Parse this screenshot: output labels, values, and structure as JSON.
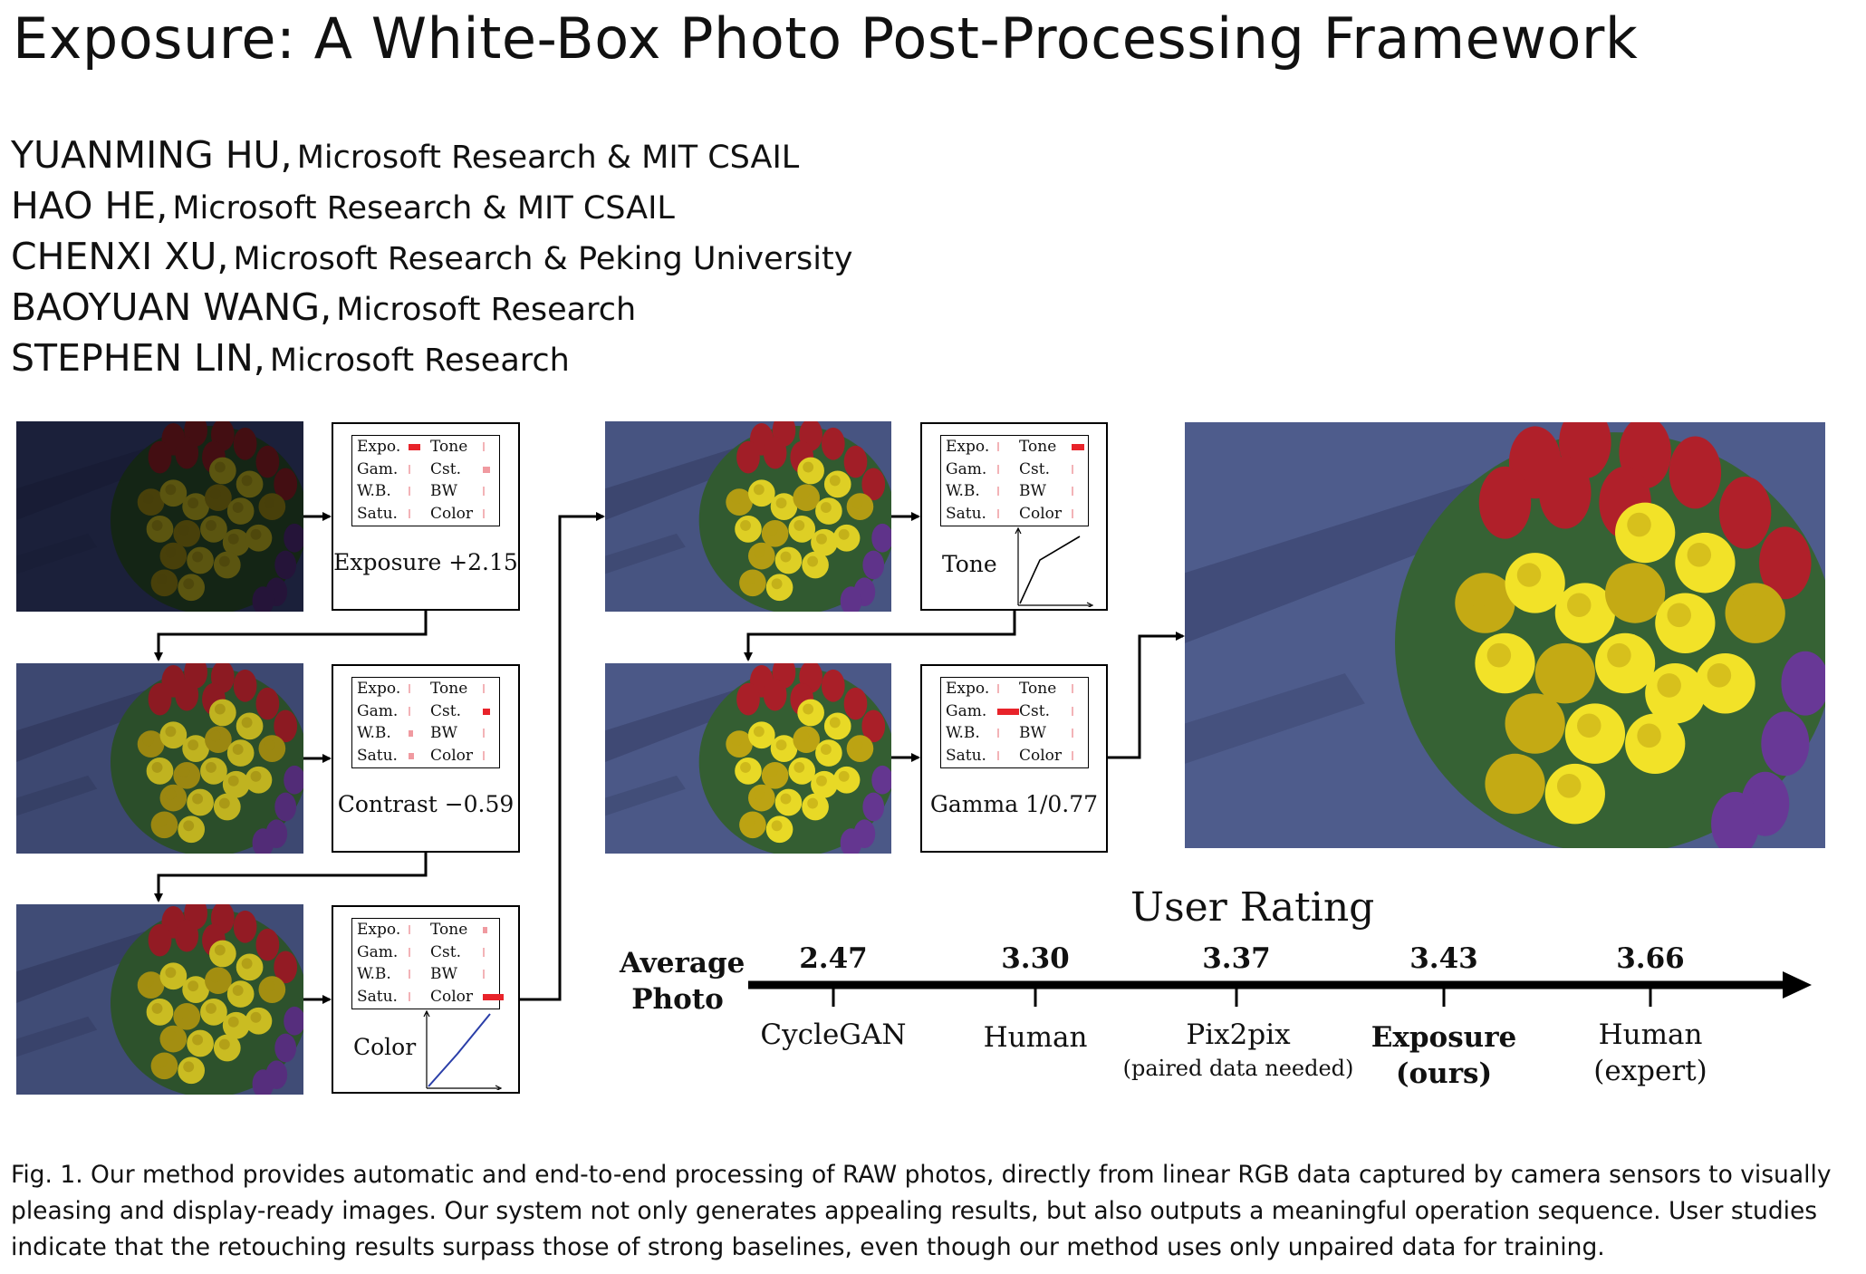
{
  "paper": {
    "title": "Exposure: A White-Box Photo Post-Processing Framework",
    "authors": [
      {
        "name": "YUANMING HU,",
        "affiliation": "Microsoft Research & MIT CSAIL"
      },
      {
        "name": "HAO HE,",
        "affiliation": "Microsoft Research & MIT CSAIL"
      },
      {
        "name": "CHENXI XU,",
        "affiliation": "Microsoft Research & Peking University"
      },
      {
        "name": "BAOYUAN WANG,",
        "affiliation": "Microsoft Research"
      },
      {
        "name": "STEPHEN LIN,",
        "affiliation": "Microsoft Research"
      }
    ]
  },
  "filter_labels": {
    "expo": "Expo.",
    "tone": "Tone",
    "gam": "Gam.",
    "cst": "Cst.",
    "wb": "W.B.",
    "bw": "BW",
    "satu": "Satu.",
    "color": "Color"
  },
  "operations": [
    {
      "label": "Exposure +2.15",
      "active": "expo",
      "strength": {
        "expo": 0.55,
        "cst": 0.35
      }
    },
    {
      "label": "Contrast −0.59",
      "active": "cst",
      "strength": {
        "cst": 0.35,
        "wb": 0.2,
        "satu": 0.25
      }
    },
    {
      "label": "Color",
      "active": "color",
      "strength": {
        "tone": 0.2,
        "color": 0.95
      }
    },
    {
      "label": "Tone",
      "active": "tone",
      "strength": {
        "tone": 0.6
      }
    },
    {
      "label": "Gamma 1/0.77",
      "active": "gam",
      "strength": {
        "gam": 1.0
      }
    }
  ],
  "rating": {
    "title": "User Rating",
    "axis_label_line1": "Average",
    "axis_label_line2": "Photo",
    "methods": [
      {
        "name": "CycleGAN",
        "score": "2.47",
        "note": ""
      },
      {
        "name": "Human",
        "score": "3.30",
        "note": ""
      },
      {
        "name": "Pix2pix",
        "score": "3.37",
        "note": "(paired data needed)"
      },
      {
        "name": "Exposure",
        "name_line2": "(ours)",
        "score": "3.43",
        "note": ""
      },
      {
        "name": "Human",
        "name_line2": "(expert)",
        "score": "3.66",
        "note": ""
      }
    ]
  },
  "caption": "Fig. 1.  Our method provides automatic and end-to-end processing of RAW photos, directly from linear RGB data captured by camera sensors to visually pleasing and display-ready images. Our system not only generates appealing results, but also outputs a meaningful operation sequence. User studies indicate that the retouching results surpass those of strong baselines, even though our method uses only unpaired data for training.",
  "colors": {
    "active_bar": "#e8232a",
    "light_bar": "#f09aa0",
    "curve_blue": "#2a3ea8"
  }
}
